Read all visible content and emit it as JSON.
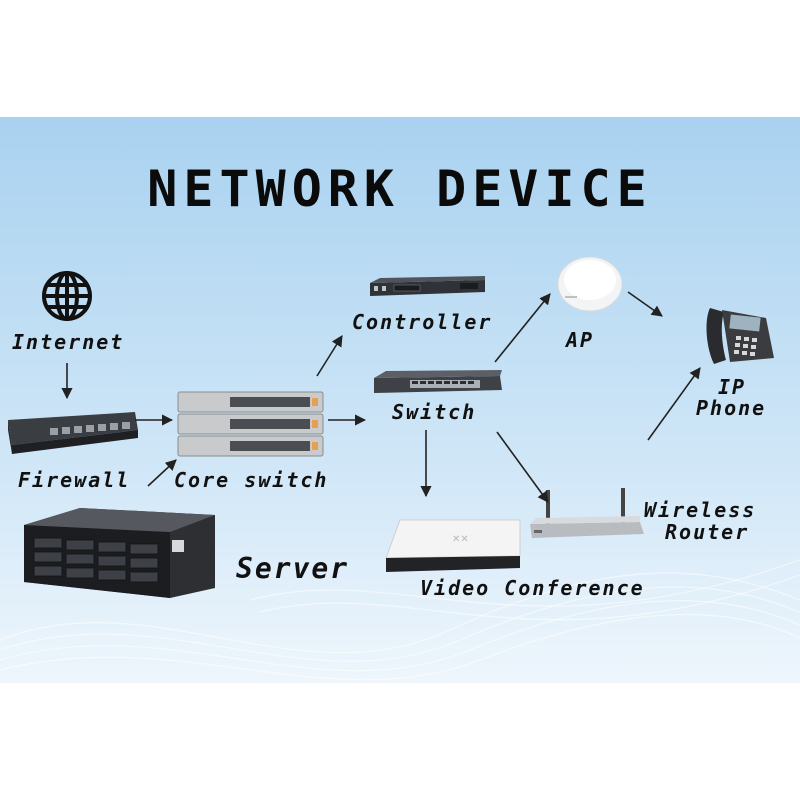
{
  "title": "NETWORK DEVICE",
  "nodes": {
    "internet": "Internet",
    "firewall": "Firewall",
    "core_switch": "Core switch",
    "server": "Server",
    "controller": "Controller",
    "switch": "Switch",
    "ap": "AP",
    "ip_phone_line1": "IP",
    "ip_phone_line2": "Phone",
    "wireless_router_line1": "Wireless",
    "wireless_router_line2": "Router",
    "video_conference": "Video Conference"
  },
  "colors": {
    "background_top": "#b6d8f2",
    "background_bottom": "#e8f3fb",
    "text": "#111111",
    "arrow": "#222222"
  },
  "icons": [
    "globe-icon",
    "firewall-device",
    "core-switch-device",
    "server-device",
    "controller-device",
    "switch-device",
    "access-point-device",
    "ip-phone-device",
    "wireless-router-device",
    "video-conference-device"
  ]
}
